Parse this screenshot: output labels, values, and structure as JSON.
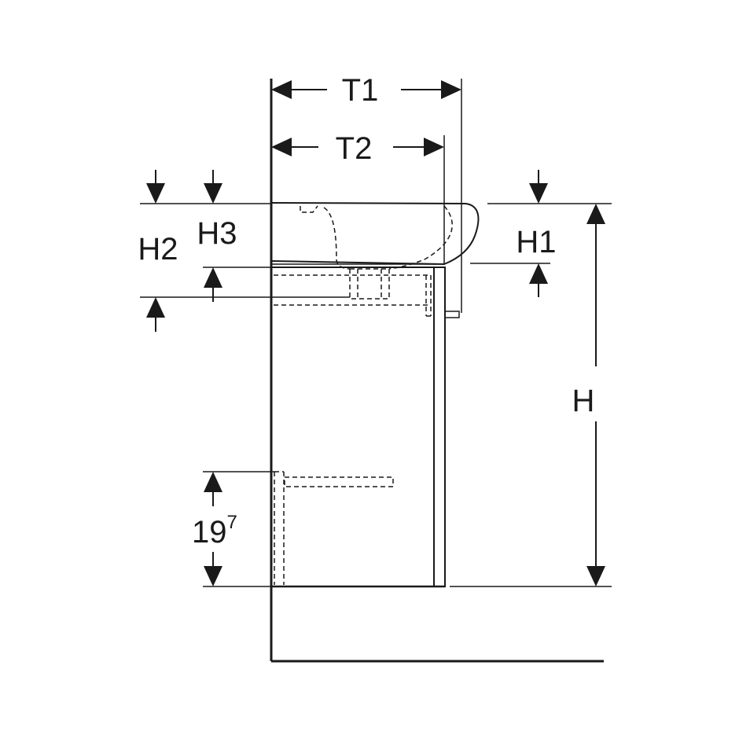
{
  "labels": {
    "t1": "T1",
    "t2": "T2",
    "h": "H",
    "h1": "H1",
    "h2": "H2",
    "h3": "H3",
    "height_19_base": "19",
    "height_19_sup": "7"
  },
  "colors": {
    "line": "#1a1a1a",
    "background": "#ffffff"
  }
}
